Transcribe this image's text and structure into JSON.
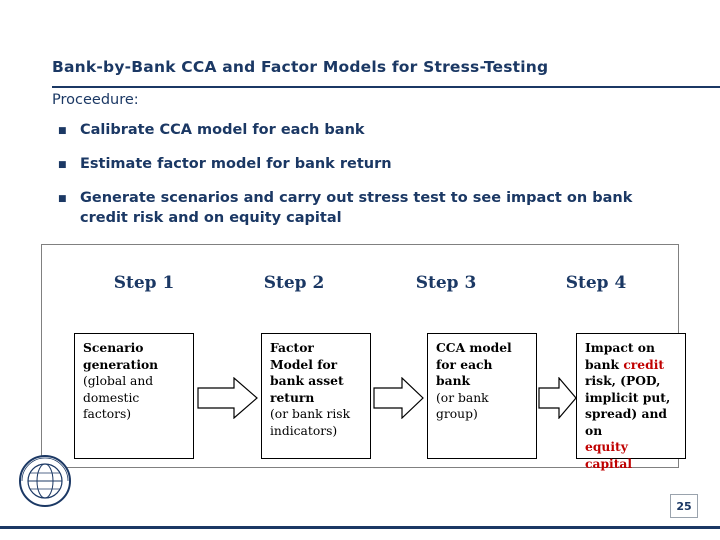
{
  "slide": {
    "title": "Bank-by-Bank CCA and Factor Models for Stress-Testing",
    "subhead": "Proceedure:",
    "bullets": [
      "Calibrate CCA model for each bank",
      "Estimate factor model for bank return",
      "Generate scenarios and carry out stress test to see impact on bank credit risk and on equity capital"
    ],
    "page_number": "25"
  },
  "diagram": {
    "steps": [
      {
        "heading": "Step 1",
        "lines": [
          {
            "text": "Scenario",
            "bold": true,
            "color": "#000000"
          },
          {
            "text": "generation",
            "bold": true,
            "color": "#000000"
          },
          {
            "text": "(global and",
            "bold": false,
            "color": "#000000"
          },
          {
            "text": "domestic",
            "bold": false,
            "color": "#000000"
          },
          {
            "text": "factors)",
            "bold": false,
            "color": "#000000"
          }
        ]
      },
      {
        "heading": "Step 2",
        "lines": [
          {
            "text": "Factor",
            "bold": true,
            "color": "#000000"
          },
          {
            "text": "Model for",
            "bold": true,
            "color": "#000000"
          },
          {
            "text": "bank asset",
            "bold": true,
            "color": "#000000"
          },
          {
            "text": "return",
            "bold": true,
            "color": "#000000"
          },
          {
            "text": "(or bank risk",
            "bold": false,
            "color": "#000000"
          },
          {
            "text": "indicators)",
            "bold": false,
            "color": "#000000"
          }
        ]
      },
      {
        "heading": "Step 3",
        "lines": [
          {
            "text": "CCA model",
            "bold": true,
            "color": "#000000"
          },
          {
            "text": "for each",
            "bold": true,
            "color": "#000000"
          },
          {
            "text": "bank",
            "bold": true,
            "color": "#000000"
          },
          {
            "text": "(or bank",
            "bold": false,
            "color": "#000000"
          },
          {
            "text": "group)",
            "bold": false,
            "color": "#000000"
          }
        ]
      },
      {
        "heading": "Step 4",
        "lines": [
          {
            "text": "Impact on",
            "bold": true,
            "color": "#000000"
          },
          {
            "text": "bank credit",
            "bold": true,
            "color": "#000000"
          },
          {
            "text": "risk, (POD,",
            "bold": true,
            "color": "#000000"
          },
          {
            "text": "implicit put,",
            "bold": true,
            "color": "#000000"
          },
          {
            "text": "spread) and on",
            "bold": true,
            "color": "#000000"
          },
          {
            "text": "equity capital",
            "bold": true,
            "color": "#c00000"
          }
        ]
      }
    ],
    "arrow_count": 3
  },
  "colors": {
    "accent": "#1b3864",
    "highlight": "#c00000",
    "box_border": "#000000",
    "frame_border": "#808080"
  },
  "logo": {
    "alt_text": "imf-seal-logo"
  }
}
